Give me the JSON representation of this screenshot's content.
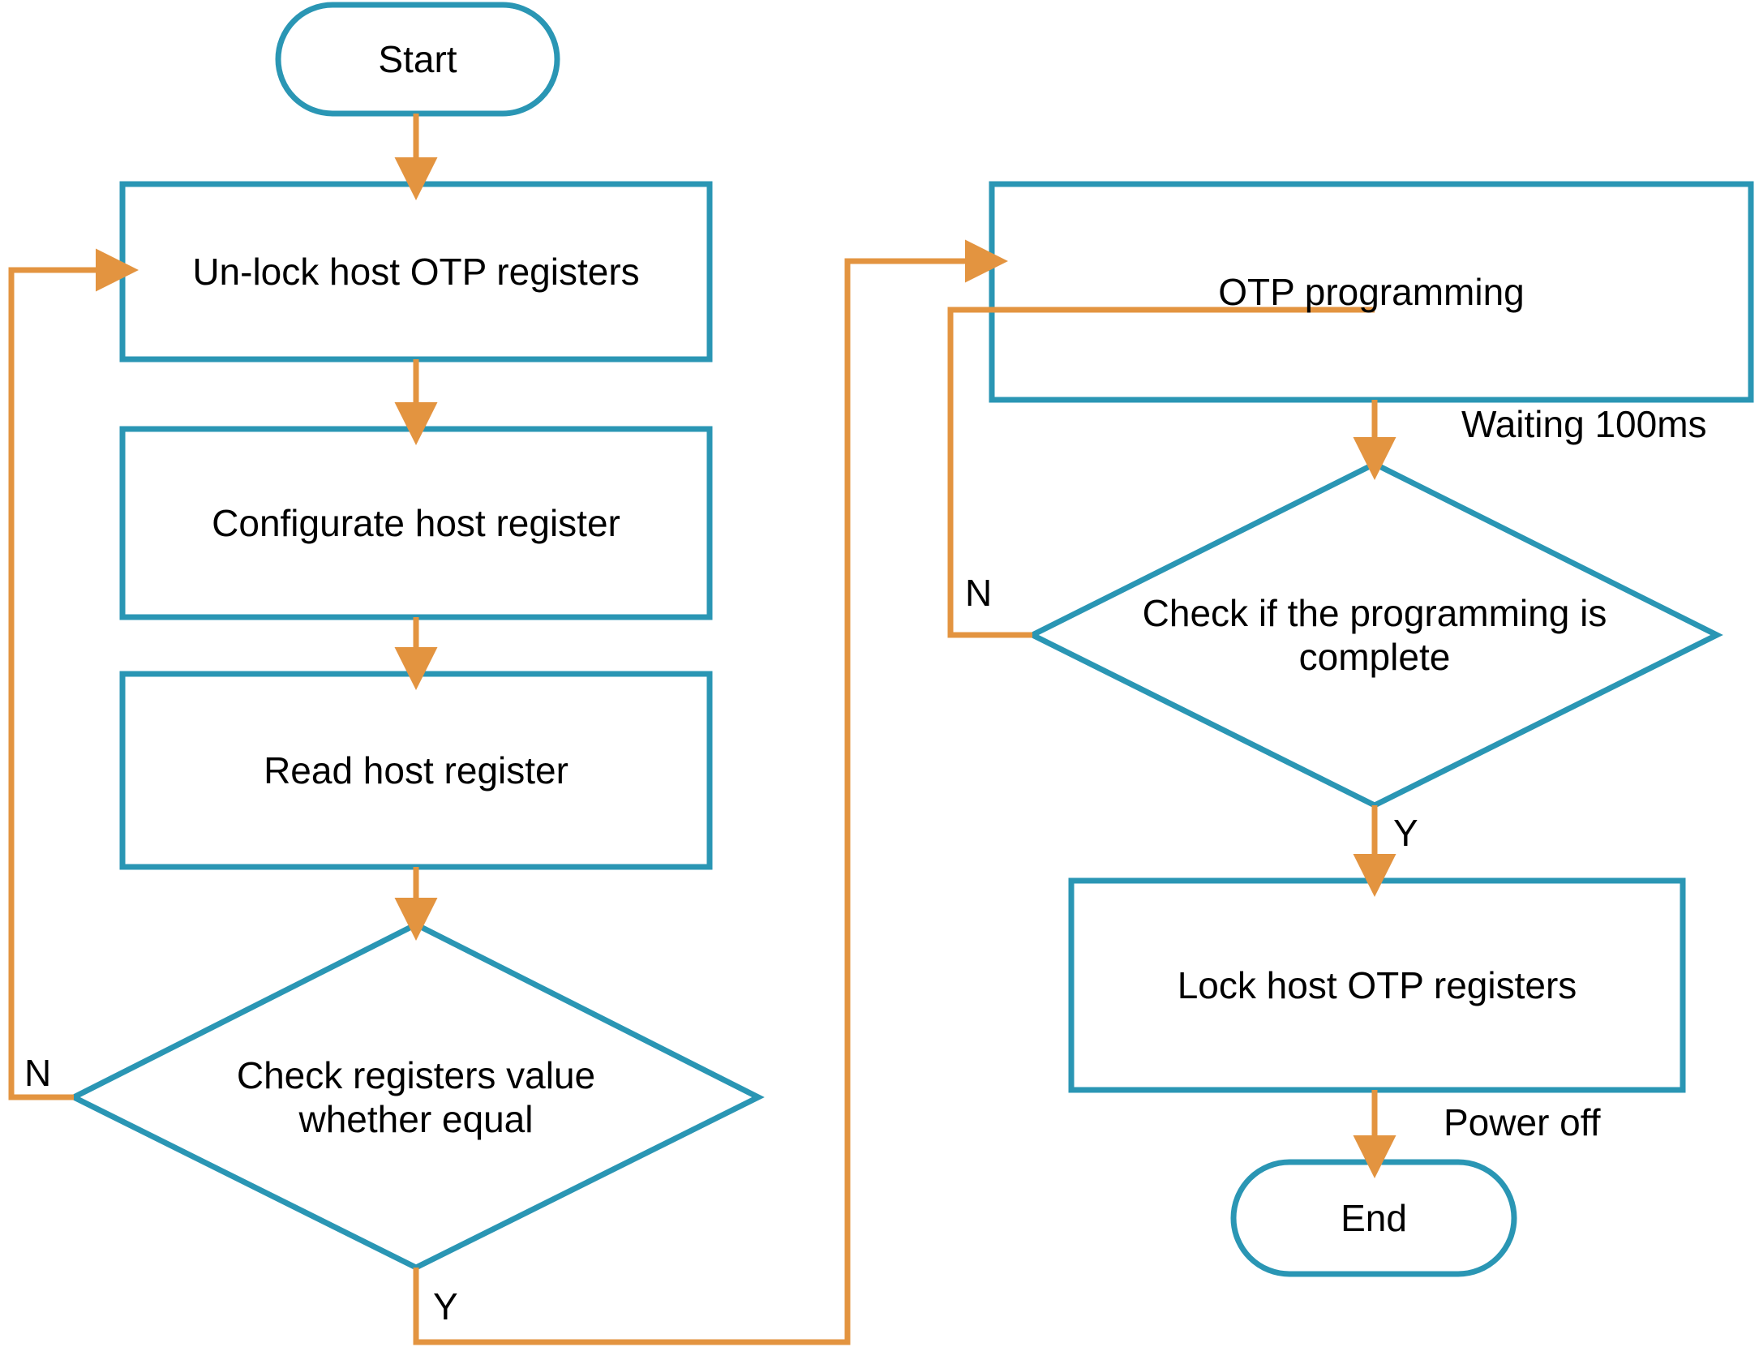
{
  "diagram": {
    "title": "Host OTP programming flowchart",
    "type": "flowchart",
    "colors": {
      "node_stroke": "#2a96b4",
      "edge_stroke": "#e39440",
      "text": "#000000",
      "background": "#ffffff"
    },
    "nodes": [
      {
        "id": "start",
        "shape": "terminator",
        "label": "Start"
      },
      {
        "id": "unlock",
        "shape": "process",
        "label": "Un-lock host OTP registers"
      },
      {
        "id": "configure",
        "shape": "process",
        "label": "Configurate host register"
      },
      {
        "id": "read",
        "shape": "process",
        "label": "Read host register"
      },
      {
        "id": "check_regs",
        "shape": "decision",
        "label": "Check registers value\nwhether equal"
      },
      {
        "id": "otp_prog",
        "shape": "process",
        "label": "OTP programming"
      },
      {
        "id": "check_prog",
        "shape": "decision",
        "label": "Check if the programming is\ncomplete"
      },
      {
        "id": "lock",
        "shape": "process",
        "label": "Lock host OTP registers"
      },
      {
        "id": "end",
        "shape": "terminator",
        "label": "End"
      }
    ],
    "edges": [
      {
        "from": "start",
        "to": "unlock",
        "label": ""
      },
      {
        "from": "unlock",
        "to": "configure",
        "label": ""
      },
      {
        "from": "configure",
        "to": "read",
        "label": ""
      },
      {
        "from": "read",
        "to": "check_regs",
        "label": ""
      },
      {
        "from": "check_regs",
        "to": "unlock",
        "label": "N"
      },
      {
        "from": "check_regs",
        "to": "otp_prog",
        "label": "Y"
      },
      {
        "from": "otp_prog",
        "to": "check_prog",
        "label": "Waiting 100ms"
      },
      {
        "from": "check_prog",
        "to": "otp_prog",
        "label": "N"
      },
      {
        "from": "check_prog",
        "to": "lock",
        "label": "Y"
      },
      {
        "from": "lock",
        "to": "end",
        "label": "Power off"
      }
    ],
    "branch_labels": {
      "check_regs_no": "N",
      "check_regs_yes": "Y",
      "check_prog_no": "N",
      "check_prog_yes": "Y"
    },
    "annotations": {
      "waiting": "Waiting 100ms",
      "power_off": "Power off"
    }
  }
}
